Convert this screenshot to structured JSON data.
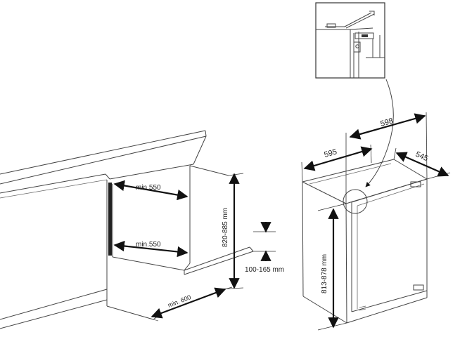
{
  "labels": {
    "niche_depth_top": "min.550",
    "niche_depth_bottom": "min.550",
    "niche_height": "820-885 mm",
    "plinth_height": "100-165 mm",
    "niche_width": "min. 600",
    "appliance_depth_door": "598",
    "appliance_width": "595",
    "appliance_depth": "545",
    "appliance_height": "813-878 mm"
  },
  "colors": {
    "line": "#444444",
    "dimension": "#111111",
    "seal_strip": "#222222"
  }
}
